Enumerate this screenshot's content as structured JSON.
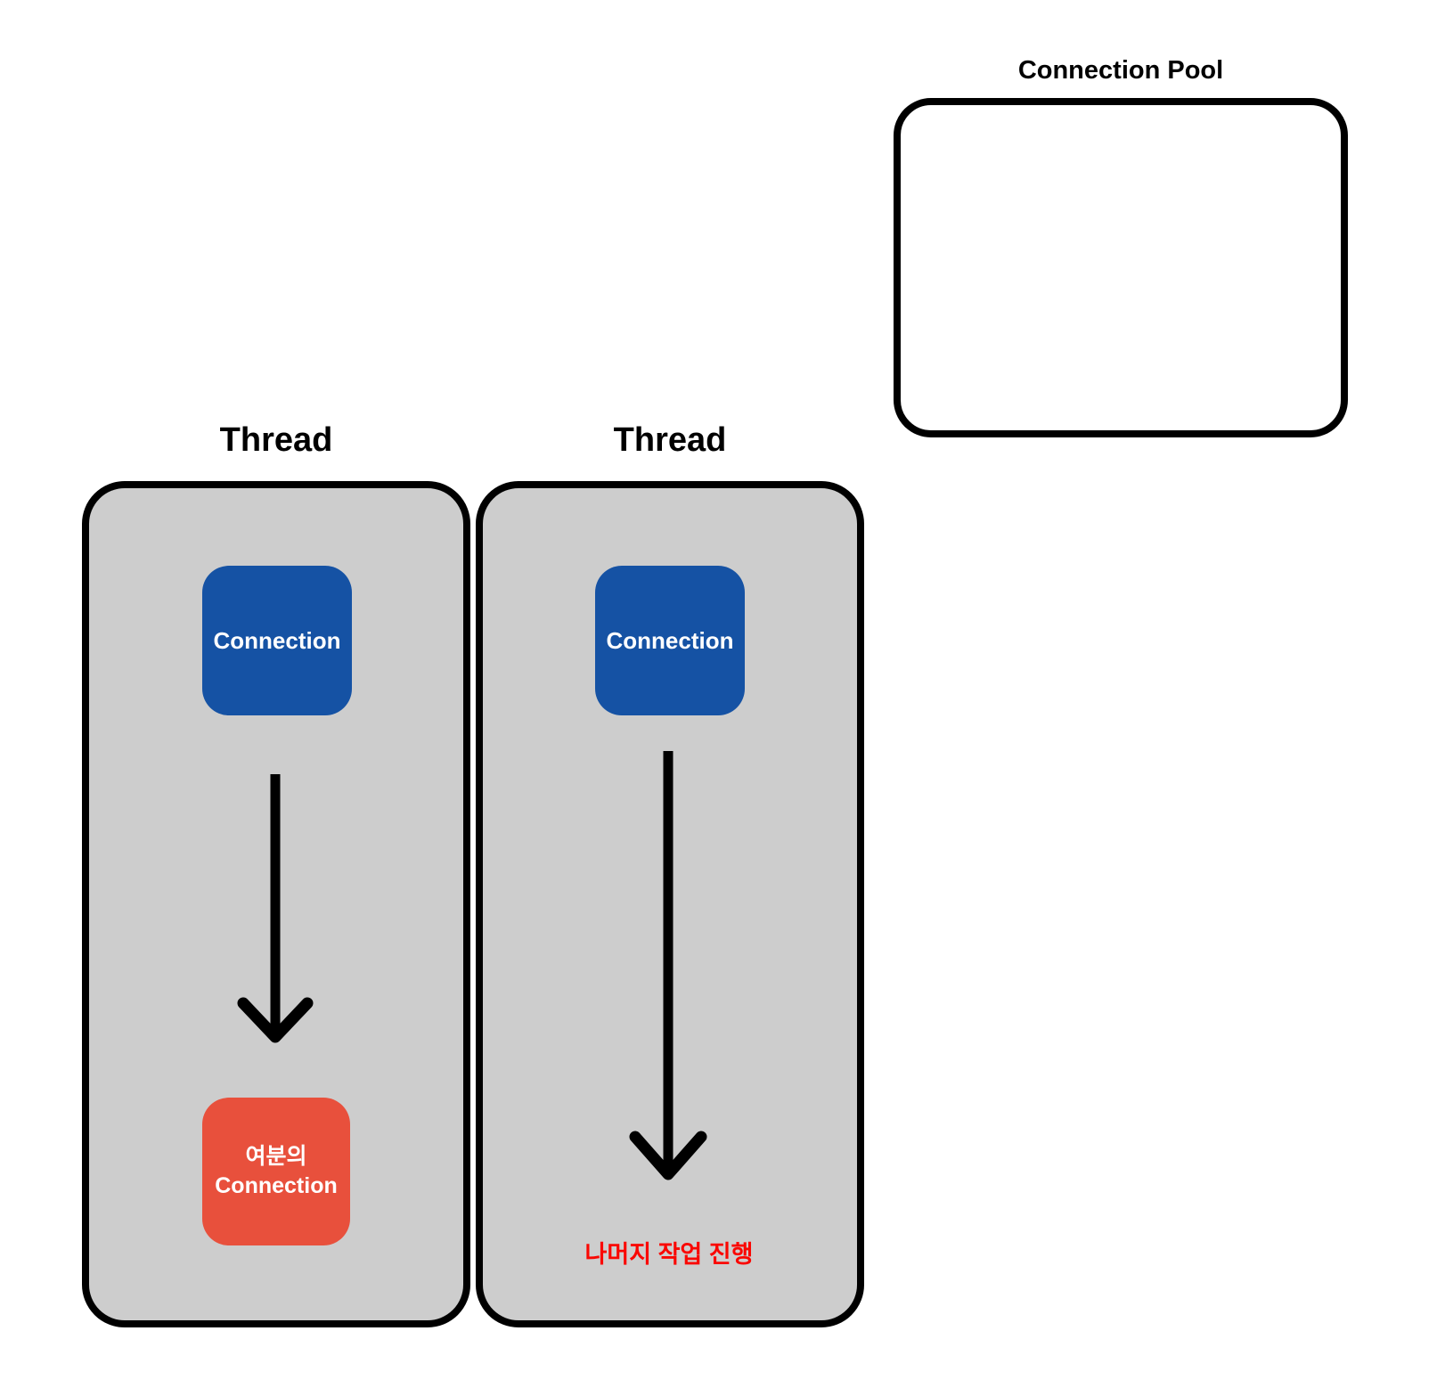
{
  "pool": {
    "title": "Connection Pool"
  },
  "threads": [
    {
      "title": "Thread",
      "connection_label": "Connection",
      "result_box": {
        "line1": "여분의",
        "line2": "Connection"
      }
    },
    {
      "title": "Thread",
      "connection_label": "Connection",
      "result_text": "나머지 작업 진행"
    }
  ],
  "icons": {
    "left_arrow": "down-arrow",
    "right_arrow": "down-arrow"
  },
  "colors": {
    "background": "#ffffff",
    "thread_fill": "#cdcdcd",
    "outline_black": "#000000",
    "connection_blue": "#1552a4",
    "spare_connection_red": "#e8503c",
    "caption_red": "#fa0702",
    "node_text_white": "#ffffff"
  }
}
